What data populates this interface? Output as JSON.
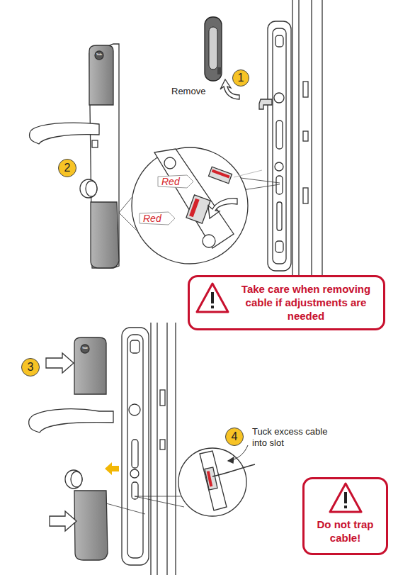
{
  "diagram": {
    "nodes": [
      {
        "text": [
          "1"
        ]
      },
      {
        "text": [
          "2"
        ]
      },
      {
        "text": [
          "Red"
        ]
      },
      {
        "text": [
          "Red"
        ]
      },
      {
        "text": [
          "Take care when removing cable if adjustments are needed"
        ]
      },
      {
        "text": [
          "3"
        ]
      },
      {
        "text": [
          "4"
        ]
      },
      {
        "text": [
          "Do not trap cable!"
        ]
      }
    ],
    "labels": [
      "Remove",
      "Tuck excess cable into slot",
      "Yale",
      "Yale"
    ]
  }
}
